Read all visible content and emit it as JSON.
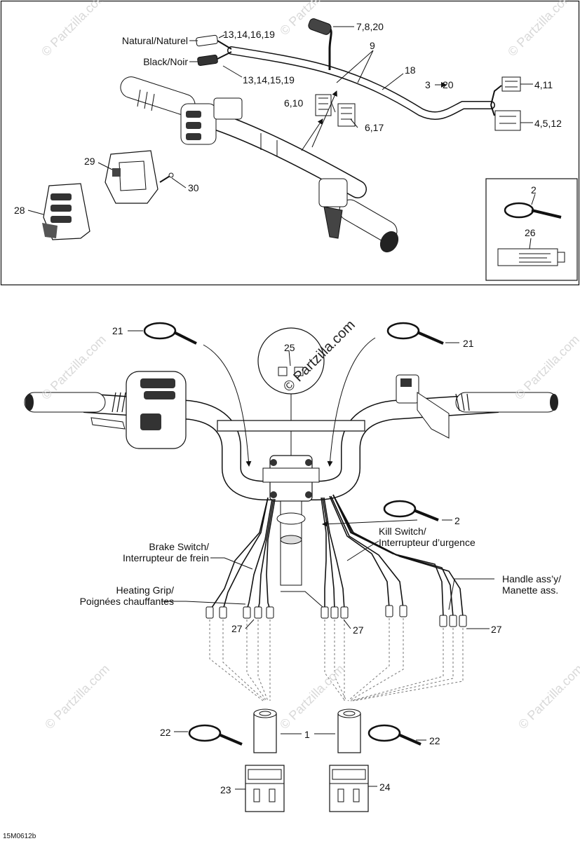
{
  "watermark": "© Partzilla.com",
  "watermark_center": "© Partzilla.com",
  "figure_code": "15M0612b",
  "top_panel": {
    "labels": {
      "natural": "Natural/Naturel",
      "black": "Black/Noir",
      "c_13_14_16_19": "13,14,16,19",
      "c_13_14_15_19": "13,14,15,19",
      "c_7_8_20": "7,8,20",
      "c_9": "9",
      "c_18": "18",
      "c_6_10": "6,10",
      "c_6_17": "6,17",
      "c_3_20": "3",
      "c_3_20_to": "20",
      "c_4_11": "4,11",
      "c_4_5_12": "4,5,12",
      "c_29": "29",
      "c_30": "30",
      "c_28": "28"
    },
    "inset": {
      "c_2": "2",
      "c_26": "26"
    }
  },
  "bottom_panel": {
    "labels": {
      "c_21_left": "21",
      "c_21_right": "21",
      "c_25": "25",
      "c_2": "2",
      "kill_switch_1": "Kill Switch/",
      "kill_switch_2": "Interrupteur d’urgence",
      "brake_switch_1": "Brake Switch/",
      "brake_switch_2": "Interrupteur de frein",
      "heating_grip_1": "Heating Grip/",
      "heating_grip_2": "Poignées chauffantes",
      "handle_assy_1": "Handle ass’y/",
      "handle_assy_2": "Manette ass.",
      "c_27_a": "27",
      "c_27_b": "27",
      "c_27_c": "27",
      "c_1": "1",
      "c_22_left": "22",
      "c_22_right": "22",
      "c_23": "23",
      "c_24": "24"
    }
  }
}
